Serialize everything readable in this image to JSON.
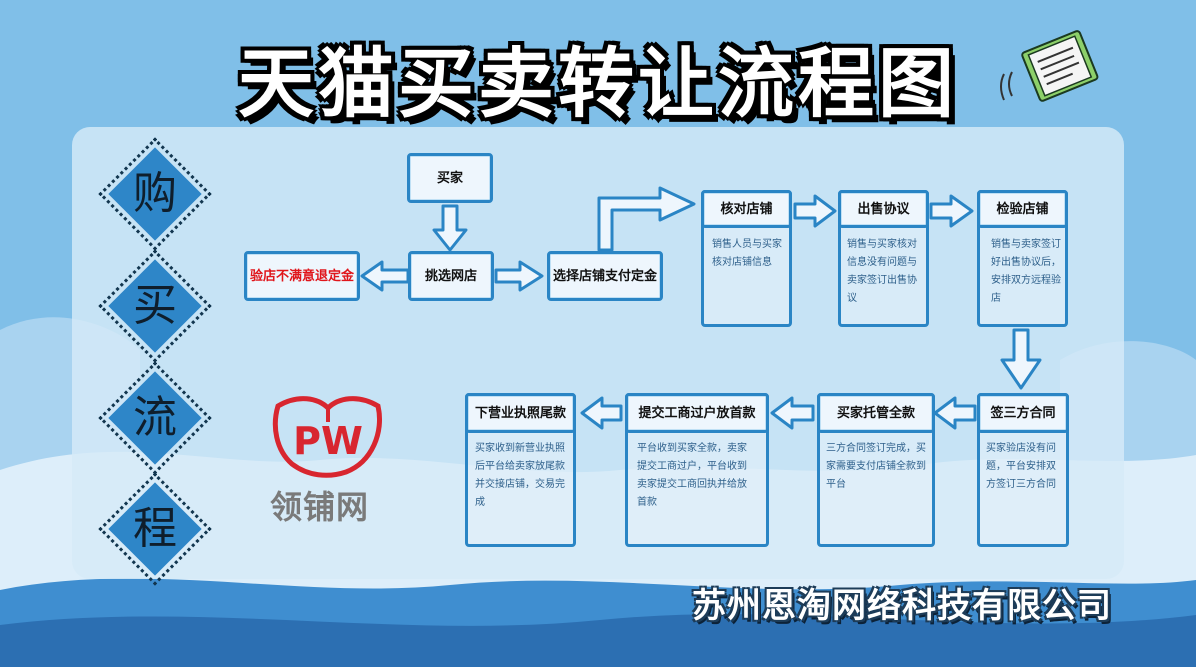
{
  "title": "天猫买卖转让流程图",
  "side_chars": [
    "购",
    "买",
    "流",
    "程"
  ],
  "nodes": {
    "buyer": "买家",
    "pick": "挑选网店",
    "refund": "验店不满意退定金",
    "deposit": "选择店铺支付定金",
    "verify": "核对店铺",
    "verify_desc": "销售人员与买家核对店铺信息",
    "agreement": "出售协议",
    "agreement_desc": "销售与买家核对信息没有问题与卖家签订出售协议",
    "inspect": "检验店铺",
    "inspect_desc": "销售与卖家签订好出售协议后，安排双方远程验店",
    "contract": "签三方合同",
    "contract_desc": "买家验店没有问题，平台安排双方签订三方合同",
    "escrow": "买家托管全款",
    "escrow_desc": "三方合同签订完成，买家需要支付店铺全款到平台",
    "transfer": "提交工商过户放首款",
    "transfer_desc": "平台收到买家全款，卖家提交工商过户，平台收到卖家提交工商回执并给放首款",
    "final": "下营业执照尾款",
    "final_desc": "买家收到新营业执照后平台给卖家放尾款并交接店铺，交易完成"
  },
  "logo": {
    "mark": "PW",
    "name": "领铺网"
  },
  "company": "苏州恩淘网络科技有限公司",
  "colors": {
    "accent": "#2a85c5",
    "diamond": "#2e86c8",
    "warning": "#e0151b"
  }
}
